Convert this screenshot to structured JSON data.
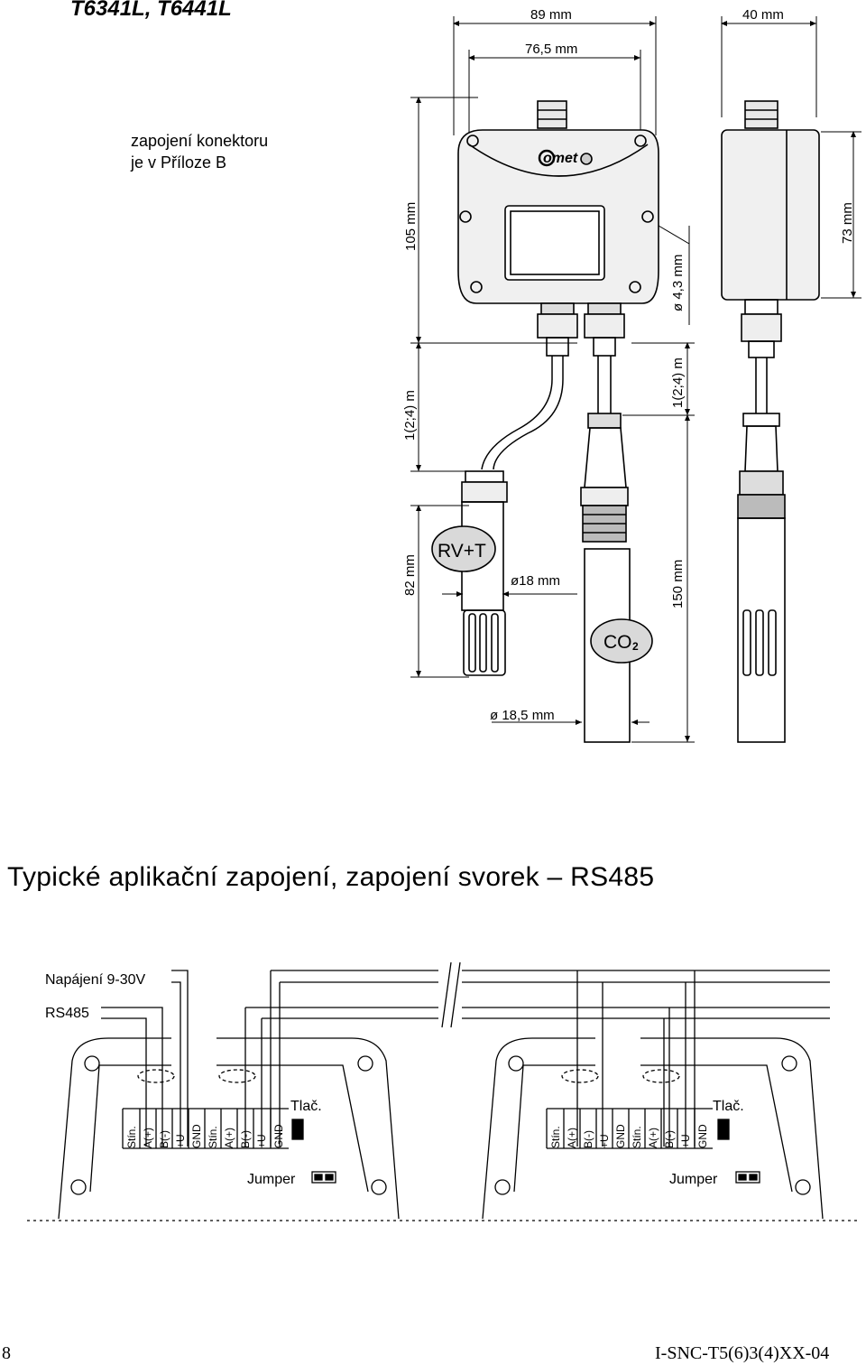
{
  "model_title": "T6341L, T6441L",
  "connector_note": {
    "line1": "zapojení konektoru",
    "line2": "je v Příloze B"
  },
  "dimensions": {
    "width_total": "89 mm",
    "width_inner": "76,5 mm",
    "depth": "40 mm",
    "height_box": "105 mm",
    "height_side": "73 mm",
    "hole": "ø 4,3 mm",
    "cable_left": "1(2;4) m",
    "cable_right": "1(2;4) m",
    "probe_rh_len": "82 mm",
    "probe_rh_dia": "ø18 mm",
    "probe_co2_len": "150 mm",
    "probe_co2_dia": "ø 18,5 mm"
  },
  "probe_labels": {
    "rh": "RV+T",
    "co2": "CO",
    "co2_sub": "2"
  },
  "section_heading": "Typické aplikační zapojení, zapojení svorek – RS485",
  "wiring": {
    "power_label": "Napájení 9-30V",
    "bus_label": "RS485",
    "terminals": [
      "Stín.",
      "A(+)",
      "B(-)",
      "+U",
      "GND",
      "Stín.",
      "A(+)",
      "B(-)",
      "+U",
      "GND"
    ],
    "button_label": "Tlač.",
    "jumper_label": "Jumper"
  },
  "footer": {
    "page_number": "8",
    "doc_code": "I-SNC-T5(6)3(4)XX-04"
  }
}
